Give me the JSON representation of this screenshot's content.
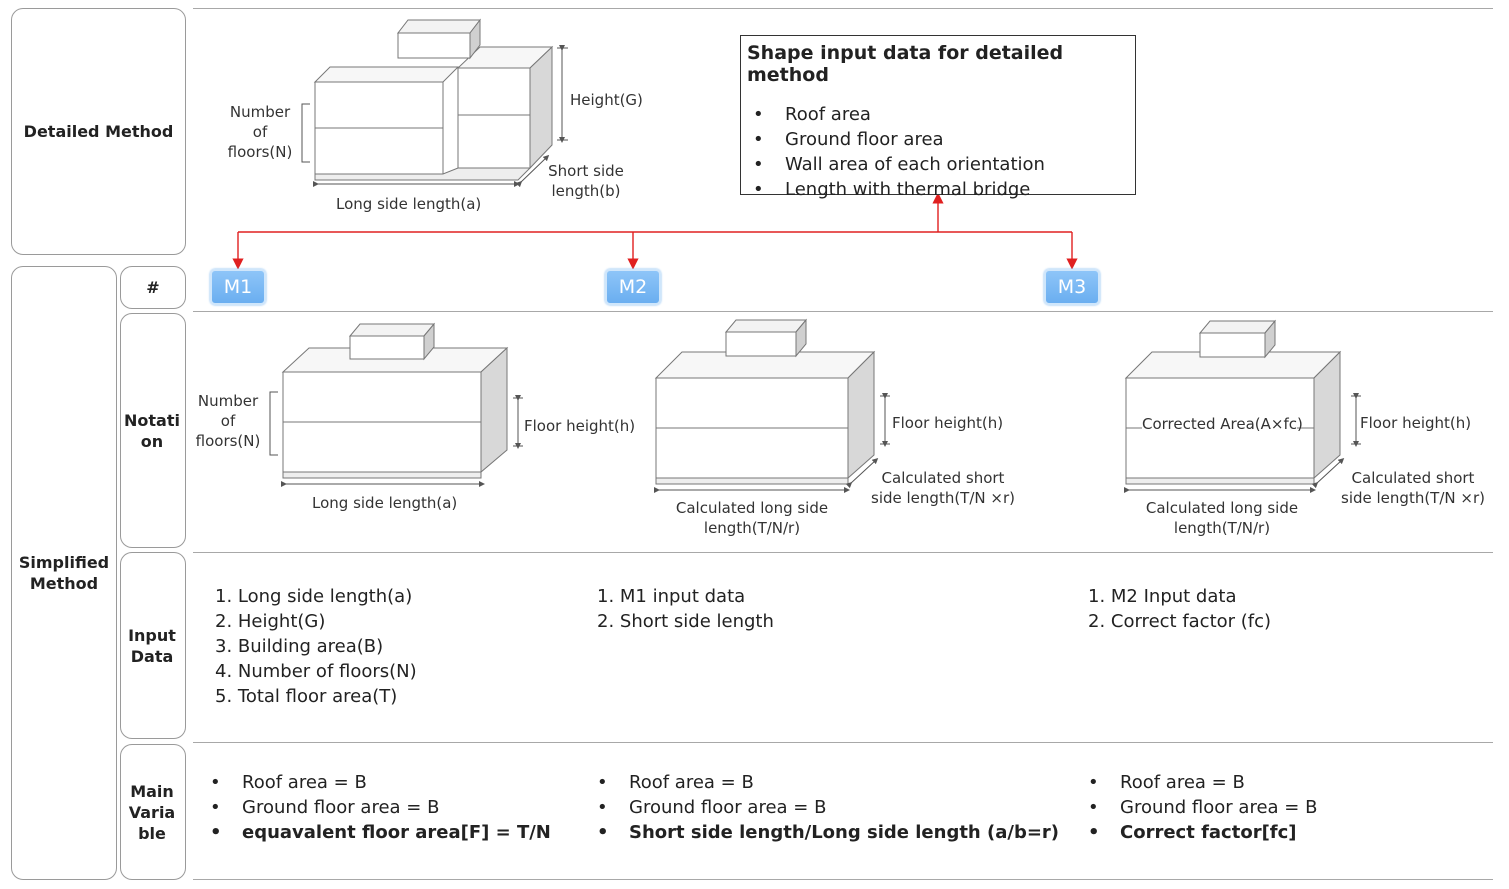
{
  "rows": {
    "detailed": "Detailed Method",
    "simplified": "Simplified Method",
    "num": "#",
    "notation": "Notation",
    "input": "Input Data",
    "main": "Main Variable"
  },
  "shape_box": {
    "title": "Shape input data for detailed method",
    "items": [
      "Roof area",
      "Ground floor area",
      "Wall area of each orientation",
      "Length with thermal bridge"
    ]
  },
  "detailed_fig": {
    "floors": "Number of floors(N)",
    "height": "Height(G)",
    "short": "Short side length(b)",
    "long": "Long side length(a)"
  },
  "methods": [
    {
      "id": "M1",
      "fig": {
        "floors": "Number of floors(N)",
        "height": "Floor height(h)",
        "long": "Long side length(a)"
      },
      "inputs": [
        "1. Long side length(a)",
        "2. Height(G)",
        "3. Building area(B)",
        "4. Number of floors(N)",
        "5. Total floor area(T)"
      ],
      "vars": [
        "Roof area  =  B",
        "Ground floor area  =  B",
        "equavalent floor area[F]  =  T/N"
      ]
    },
    {
      "id": "M2",
      "fig": {
        "height": "Floor height(h)",
        "short": "Calculated short side length(T/N ×r)",
        "long": "Calculated long side length(T/N/r)"
      },
      "inputs": [
        "1. M1 input data",
        "2. Short side length"
      ],
      "vars": [
        "Roof area  =  B",
        "Ground floor area  =  B",
        "Short side length/Long side length (a/b=r)"
      ]
    },
    {
      "id": "M3",
      "fig": {
        "area": "Corrected Area(A×fc)",
        "height": "Floor height(h)",
        "short": "Calculated short side length(T/N ×r)",
        "long": "Calculated long side length(T/N/r)"
      },
      "inputs": [
        "1.  M2 Input data",
        "2.  Correct factor (fc)"
      ],
      "vars": [
        "Roof area  =  B",
        "Ground floor area  =  B",
        "Correct factor[fc]"
      ]
    }
  ],
  "colors": {
    "arrow": "#e02020",
    "badge": "#7ab8f5",
    "border": "#9a9a9a"
  }
}
